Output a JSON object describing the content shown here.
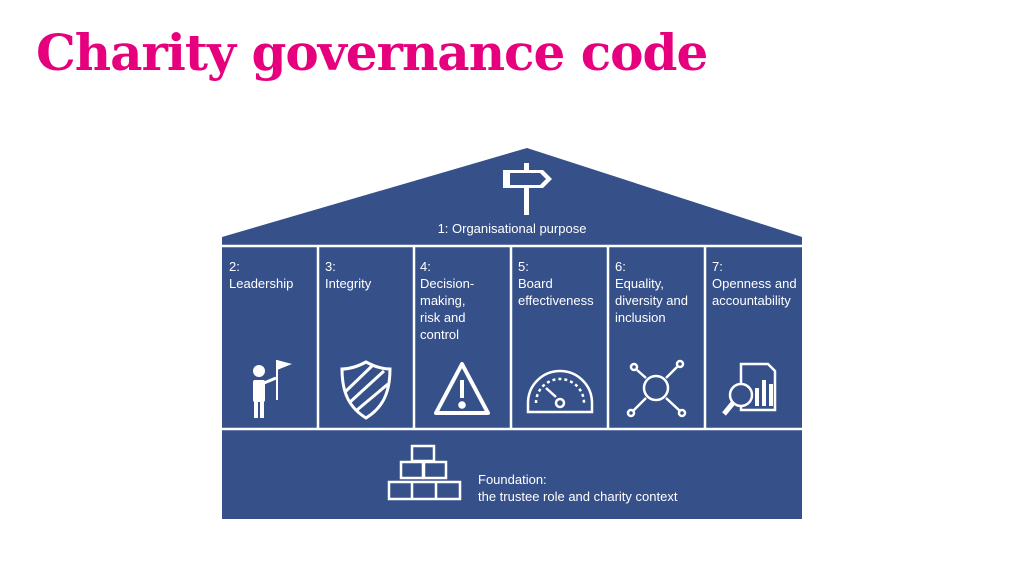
{
  "colors": {
    "title": "#e6007e",
    "house": "#36508a",
    "lines": "#ffffff"
  },
  "title": "Charity governance code",
  "roof": {
    "label": "1: Organisational purpose",
    "icon": "signpost-icon"
  },
  "pillars": [
    {
      "number": "2:",
      "lines": [
        "Leadership"
      ],
      "icon": "leader-with-flag-icon"
    },
    {
      "number": "3:",
      "lines": [
        "Integrity"
      ],
      "icon": "shield-icon"
    },
    {
      "number": "4:",
      "lines": [
        "Decision-making,",
        "risk and control"
      ],
      "icon": "warning-triangle-icon"
    },
    {
      "number": "5:",
      "lines": [
        "Board",
        "effectiveness"
      ],
      "icon": "gauge-icon"
    },
    {
      "number": "6:",
      "lines": [
        "Equality,",
        "diversity and",
        "inclusion"
      ],
      "icon": "diversity-arrows-icon"
    },
    {
      "number": "7:",
      "lines": [
        "Openness and",
        "accountability"
      ],
      "icon": "report-magnifier-icon"
    }
  ],
  "foundation": {
    "lines": [
      "Foundation:",
      "the trustee role and charity context"
    ],
    "icon": "building-blocks-icon"
  }
}
